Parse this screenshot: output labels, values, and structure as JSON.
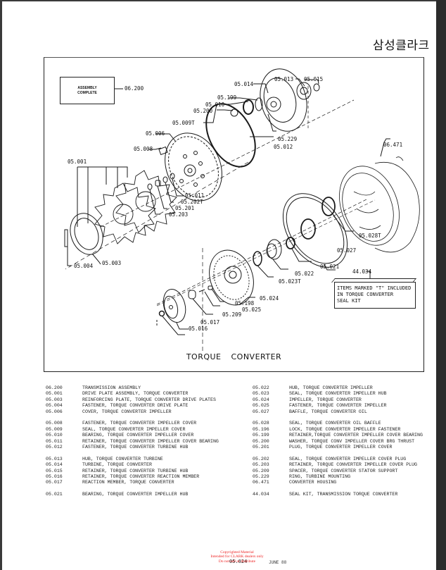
{
  "header": {
    "brand": "삼성클라크"
  },
  "diagram": {
    "title": "TORQUE CONVERTER",
    "assembly_box": [
      "ASSEMBLY",
      "COMPLETE"
    ],
    "kit_note": {
      "ref": "44.034",
      "lines": [
        "ITEMS MARKED \"T\" INCLUDED",
        "IN TORQUE CONVERTER",
        "SEAL KIT"
      ]
    },
    "callouts": {
      "c06_200": "06.200",
      "c05_001": "05.001",
      "c05_003": "05.003",
      "c05_004": "05.004",
      "c05_006": "05.006",
      "c05_008": "05.008",
      "c05_009T": "05.009T",
      "c05_010": "05.010",
      "c05_011": "05.011",
      "c05_012": "05.012",
      "c05_013": "05.013",
      "c05_014": "05.014",
      "c05_015": "05.015",
      "c05_016": "05.016",
      "c05_017": "05.017",
      "c05_021": "05.021",
      "c05_022": "05.022",
      "c05_023T": "05.023T",
      "c05_024": "05.024",
      "c05_025": "05.025",
      "c05_027": "05.027",
      "c05_028T": "05.028T",
      "c05_198": "05.198",
      "c05_199": "05.199",
      "c05_200": "05.200",
      "c05_201": "05.201",
      "c05_202T": "05.202T",
      "c05_203": "05.203",
      "c05_209": "05.209",
      "c05_229": "05.229",
      "c06_471": "06.471"
    }
  },
  "parts_list": {
    "left": [
      [
        {
          "num": "06.200",
          "desc": "TRANSMISSION ASSEMBLY"
        },
        {
          "num": "05.001",
          "desc": "DRIVE PLATE ASSEMBLY, TORQUE CONVERTER"
        },
        {
          "num": "05.003",
          "desc": "REINFORCING PLATE, TORQUE CONVERTER DRIVE PLATES"
        },
        {
          "num": "05.004",
          "desc": "FASTENER, TORQUE CONVERTER DRIVE PLATE"
        },
        {
          "num": "05.006",
          "desc": "COVER, TORQUE CONVERTER IMPELLER"
        }
      ],
      [
        {
          "num": "05.008",
          "desc": "FASTENER, TORQUE CONVERTER IMPELLER COVER"
        },
        {
          "num": "05.009",
          "desc": "SEAL, TORQUE CONVERTER IMPELLER COVER"
        },
        {
          "num": "05.010",
          "desc": "BEARING, TORQUE CONVERTER IMPELLER COVER"
        },
        {
          "num": "05.011",
          "desc": "RETAINER, TORQUE CONVERTER IMPELLER COVER BEARING"
        },
        {
          "num": "05.012",
          "desc": "FASTENER, TORQUE CONVERTER TURBINE HUB"
        }
      ],
      [
        {
          "num": "05.013",
          "desc": "HUB, TORQUE CONVERTER TURBINE"
        },
        {
          "num": "05.014",
          "desc": "TURBINE, TORQUE CONVERTER"
        },
        {
          "num": "05.015",
          "desc": "RETAINER, TORQUE CONVERTER TURBINE HUB"
        },
        {
          "num": "05.016",
          "desc": "RETAINER, TORQUE CONVERTER REACTION MEMBER"
        },
        {
          "num": "05.017",
          "desc": "REACTION MEMBER, TORQUE CONVERTER"
        }
      ],
      [
        {
          "num": "05.021",
          "desc": "BEARING, TORQUE CONVERTER IMPELLER HUB"
        }
      ]
    ],
    "right": [
      [
        {
          "num": "05.022",
          "desc": "HUB, TORQUE CONVERTER IMPELLER"
        },
        {
          "num": "05.023",
          "desc": "SEAL, TORQUE CONVERTER IMPELLER HUB"
        },
        {
          "num": "05.024",
          "desc": "IMPELLER, TORQUE CONVERTER"
        },
        {
          "num": "05.025",
          "desc": "FASTENER, TORQUE CONVERTER IMPELLER"
        },
        {
          "num": "05.027",
          "desc": "BAFFLE, TORQUE CONVERTER OIL"
        }
      ],
      [
        {
          "num": "05.028",
          "desc": "SEAL, TORQUE CONVERTER OIL BAFFLE"
        },
        {
          "num": "05.196",
          "desc": "LOCK, TORQUE CONVERTER IMPELLER FASTENER"
        },
        {
          "num": "05.199",
          "desc": "RETAINER,TORQUE CONVERTER IMPELLER COVER BEARING"
        },
        {
          "num": "05.200",
          "desc": "WASHER, TORQUE CONV IMPELLER COVER BRG THRUST"
        },
        {
          "num": "05.201",
          "desc": "PLUG, TORQUE CONVERTER IMPELLER COVER"
        }
      ],
      [
        {
          "num": "05.202",
          "desc": "SEAL, TORQUE CONVERTER IMPELLER COVER PLUG"
        },
        {
          "num": "05.203",
          "desc": "RETAINER, TORQUE CONVERTER IMPELLER COVER PLUG"
        },
        {
          "num": "05.209",
          "desc": "SPACER, TORQUE CONVERTER STATOR SUPPORT"
        },
        {
          "num": "05.229",
          "desc": "RING, TURBINE MOUNTING"
        },
        {
          "num": "06.471",
          "desc": "CONVERTER HOUSING"
        }
      ],
      [
        {
          "num": "44.034",
          "desc": "SEAL KIT, TRANSMISSION TORQUE CONVERTER"
        }
      ]
    ]
  },
  "footer": {
    "page_number": "05.024",
    "date": "JUNE 88",
    "watermark": [
      "Copyrighted Material",
      "Intended for CLARK dealers only",
      "Do not sell or distribute"
    ]
  }
}
